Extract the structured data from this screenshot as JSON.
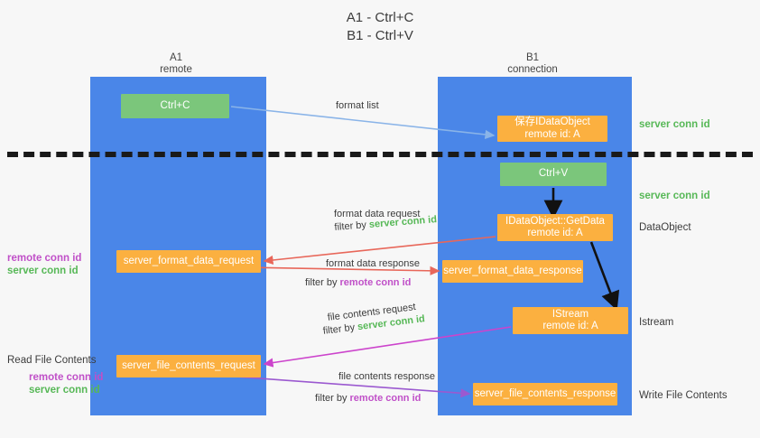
{
  "title": {
    "line1": "A1 - Ctrl+C",
    "line2": "B1 - Ctrl+V"
  },
  "lanes": {
    "left": {
      "name": "A1",
      "sub": "remote"
    },
    "right": {
      "name": "B1",
      "sub": "connection"
    }
  },
  "nodes": {
    "ctrl_c": {
      "line1": "Ctrl+C",
      "line2": "",
      "color": "#7bc67b"
    },
    "save_idataobject": {
      "line1": "保存IDataObject",
      "line2": "remote id: A",
      "color": "#fbb040"
    },
    "ctrl_v": {
      "line1": "Ctrl+V",
      "line2": "",
      "color": "#7bc67b"
    },
    "getdata": {
      "line1": "IDataObject::GetData",
      "line2": "remote id: A",
      "color": "#fbb040"
    },
    "format_data_request": {
      "line1": "server_format_data_request",
      "line2": "",
      "color": "#fbb040"
    },
    "format_data_response": {
      "line1": "server_format_data_response",
      "line2": "",
      "color": "#fbb040"
    },
    "istream": {
      "line1": "IStream",
      "line2": "remote id: A",
      "color": "#fbb040"
    },
    "file_contents_request": {
      "line1": "server_file_contents_request",
      "line2": "",
      "color": "#fbb040"
    },
    "file_contents_response": {
      "line1": "server_file_contents_response",
      "line2": "",
      "color": "#fbb040"
    }
  },
  "annotations": {
    "server_conn_id": "server conn id",
    "remote_conn_id": "remote conn id",
    "dataobject": "DataObject",
    "istream": "Istream",
    "write_file_contents": "Write File Contents",
    "read_file_contents": "Read File Contents"
  },
  "edges": {
    "format_list": "format list",
    "format_data_request": "format data request",
    "format_data_response": "format data response",
    "file_contents_request": "file contents request",
    "file_contents_response": "file contents response",
    "filter_by": "filter by "
  },
  "colors": {
    "lane": "#4a86e8",
    "green_node": "#7bc67b",
    "orange_node": "#fbb040",
    "green_text": "#57b857",
    "purple_text": "#c050c8",
    "arrow_blue": "#8ab4e8",
    "arrow_red": "#e8675a",
    "arrow_magenta": "#cc44cc",
    "arrow_purple": "#9b59d0",
    "arrow_black": "#111111",
    "background": "#f7f7f7"
  }
}
